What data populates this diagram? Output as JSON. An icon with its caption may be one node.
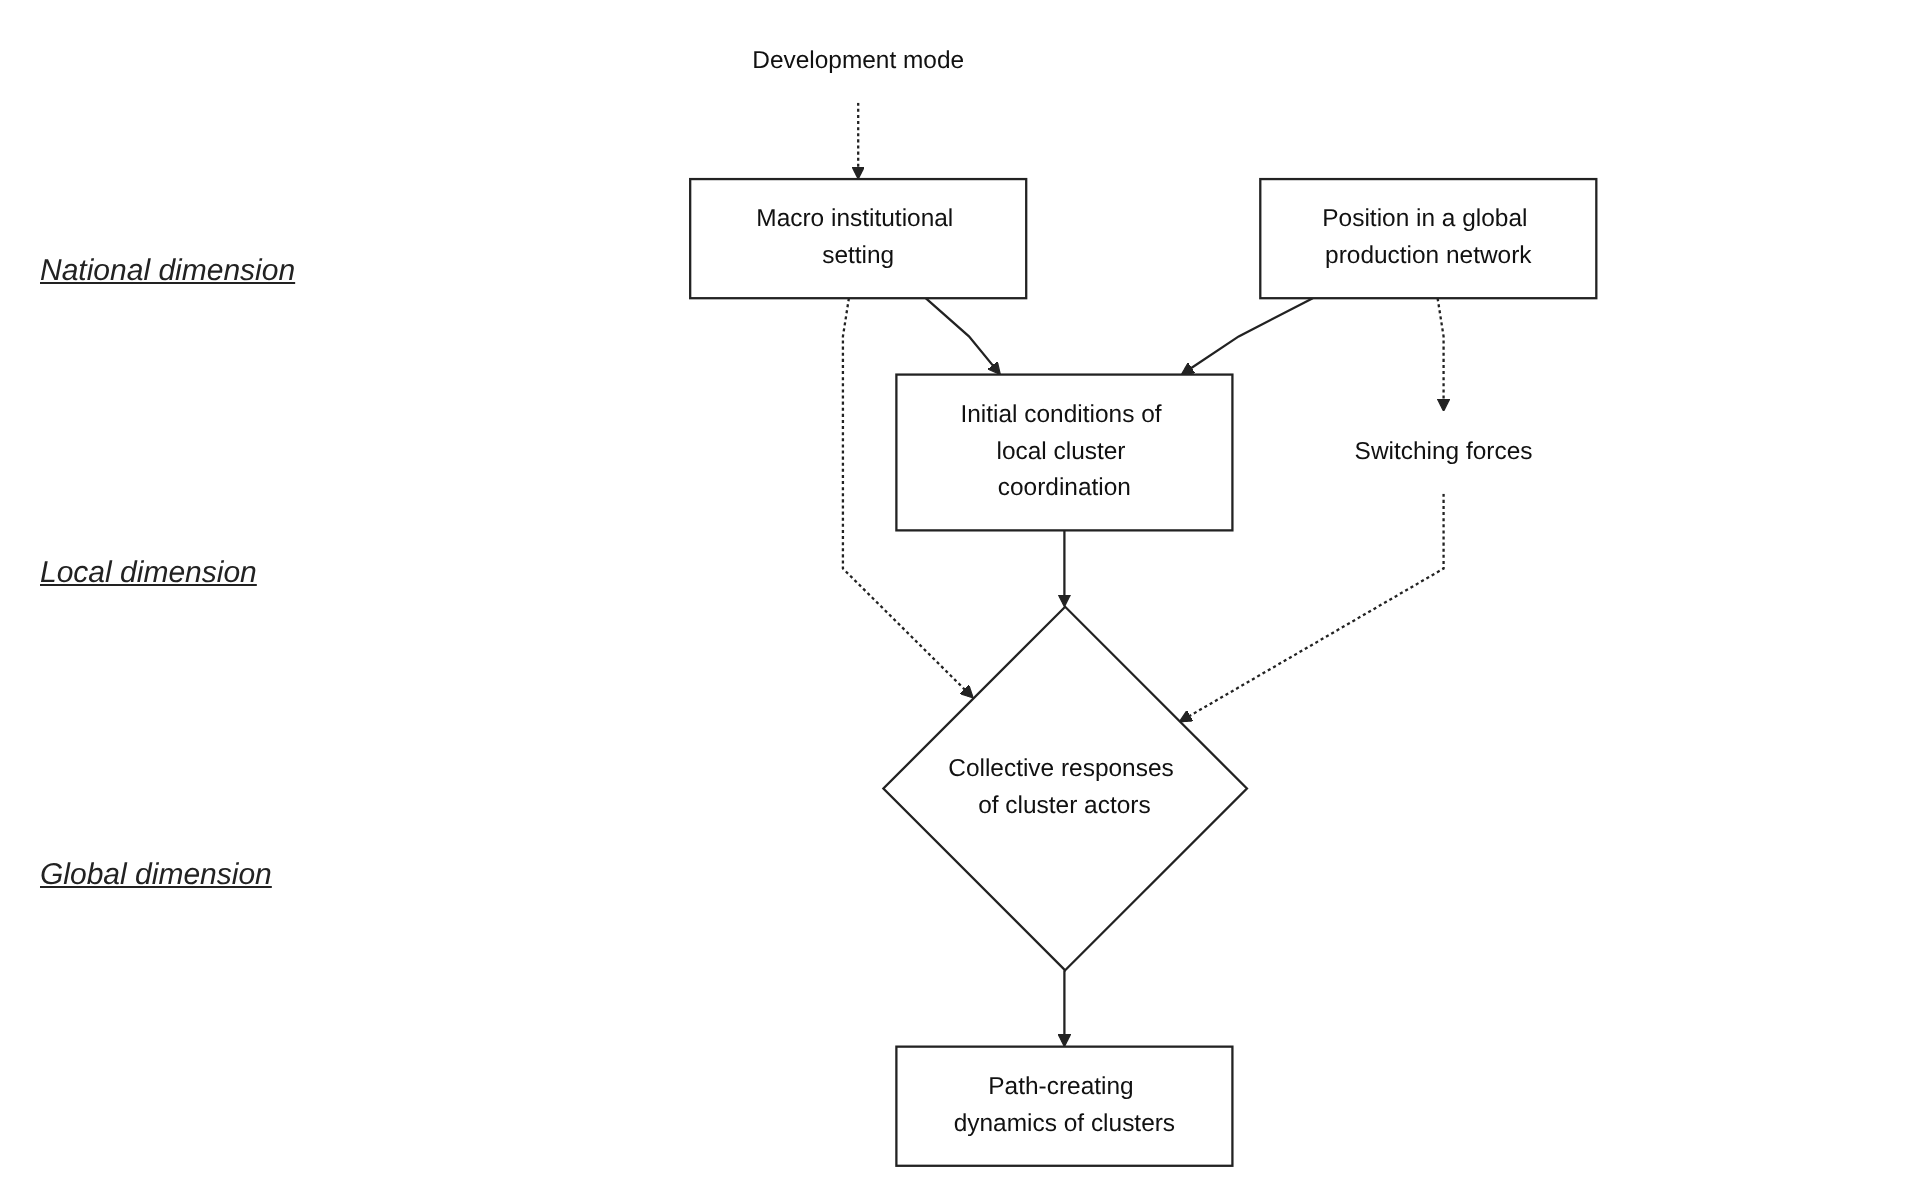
{
  "diagram": {
    "nodes": [
      {
        "text": [
          "Development mode"
        ]
      },
      {
        "text": [
          "Macro institutional setting"
        ]
      },
      {
        "text": [
          "Initial conditions of local cluster coordination"
        ]
      },
      {
        "text": [
          "Collective responses of cluster actors"
        ]
      },
      {
        "text": [
          "Path-creating dynamics of clusters"
        ]
      },
      {
        "text": [
          "Position in a global production network"
        ]
      },
      {
        "text": [
          "Switching forces"
        ]
      }
    ],
    "edges": [
      {
        "from": 0,
        "to": 1,
        "arrow": "to",
        "style": "dashed"
      },
      {
        "from": 1,
        "to": 2,
        "arrow": "to"
      },
      {
        "from": 1,
        "to": 3,
        "arrow": "to",
        "style": "dashed"
      },
      {
        "from": 2,
        "to": 3,
        "arrow": "to"
      },
      {
        "from": 3,
        "to": 4,
        "arrow": "to"
      },
      {
        "from": 5,
        "to": 2,
        "arrow": "to"
      },
      {
        "from": 5,
        "to": 6,
        "arrow": "to",
        "style": "dashed"
      },
      {
        "from": 6,
        "to": 3,
        "arrow": "to",
        "style": "dashed"
      }
    ],
    "labels": [
      "National dimension",
      "Local dimension",
      "Global dimension"
    ]
  }
}
